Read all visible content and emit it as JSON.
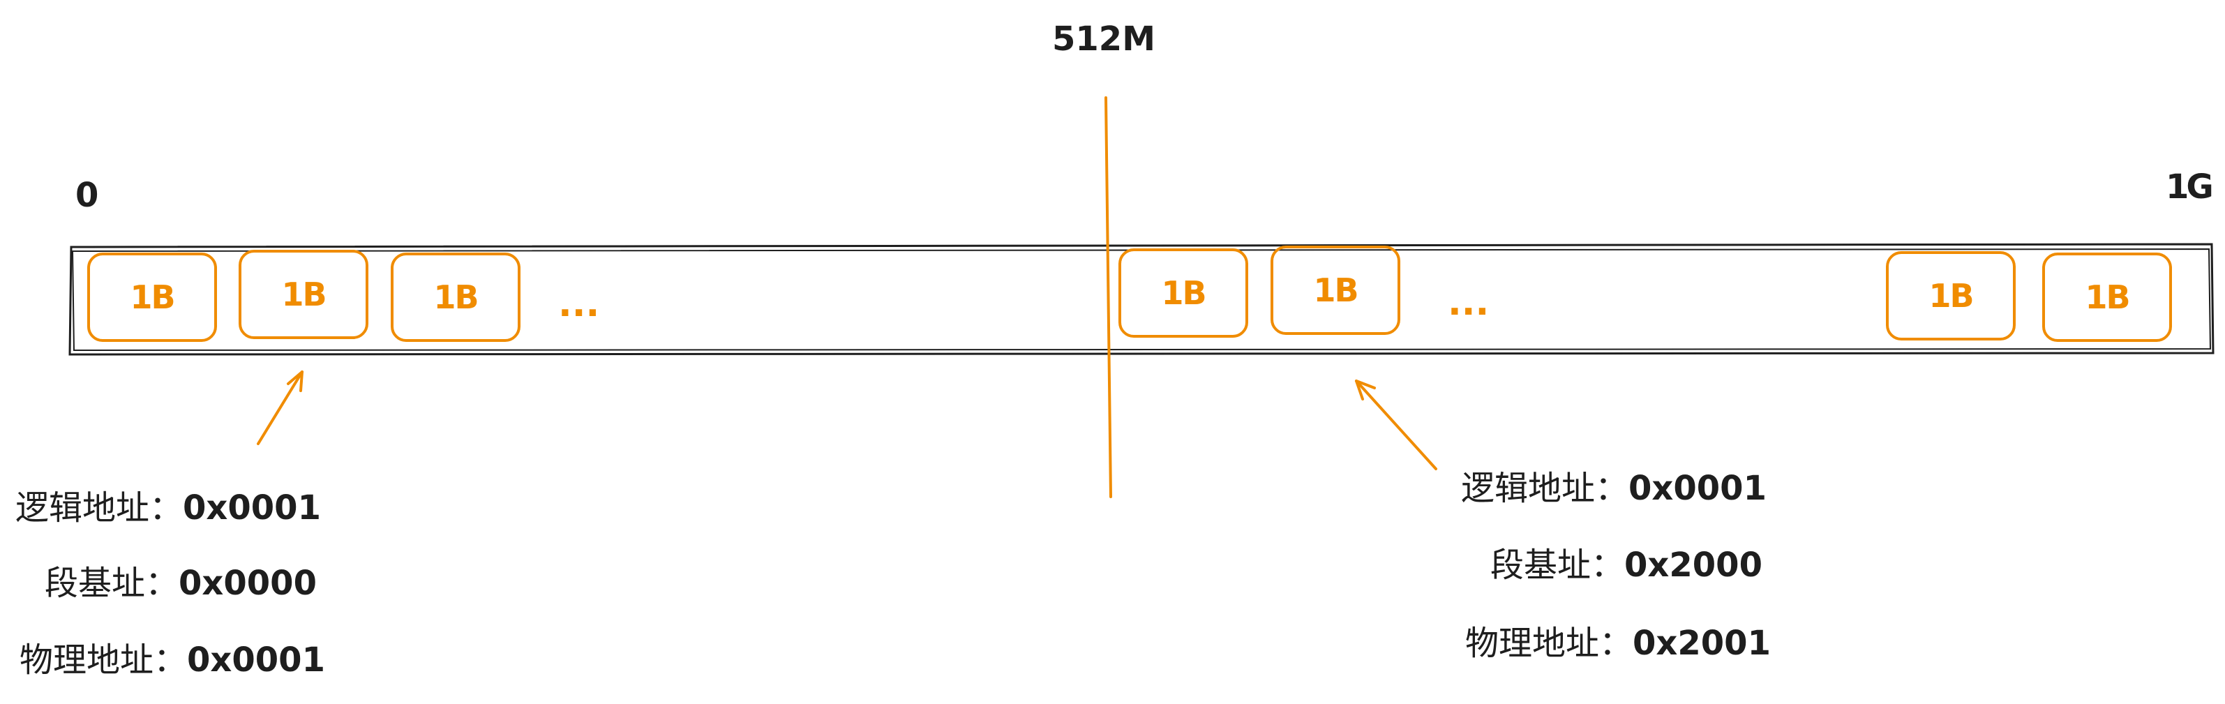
{
  "axis": {
    "start_label": "0",
    "middle_label": "512M",
    "end_label": "1G"
  },
  "blocks": [
    "1B",
    "1B",
    "1B",
    "1B",
    "1B",
    "1B",
    "1B"
  ],
  "ellipses": [
    "...",
    "..."
  ],
  "left_info": {
    "logical_address": {
      "label": "逻辑地址：",
      "value": "0x0001"
    },
    "segment_base": {
      "label": "段基址：",
      "value": "0x0000"
    },
    "physical_address": {
      "label": "物理地址：",
      "value": "0x0001"
    }
  },
  "right_info": {
    "logical_address": {
      "label": "逻辑地址：",
      "value": "0x0001"
    },
    "segment_base": {
      "label": "段基址：",
      "value": "0x2000"
    },
    "physical_address": {
      "label": "物理地址：",
      "value": "0x2001"
    }
  },
  "colors": {
    "accent": "#f08c00",
    "stroke": "#1e1e1e"
  }
}
